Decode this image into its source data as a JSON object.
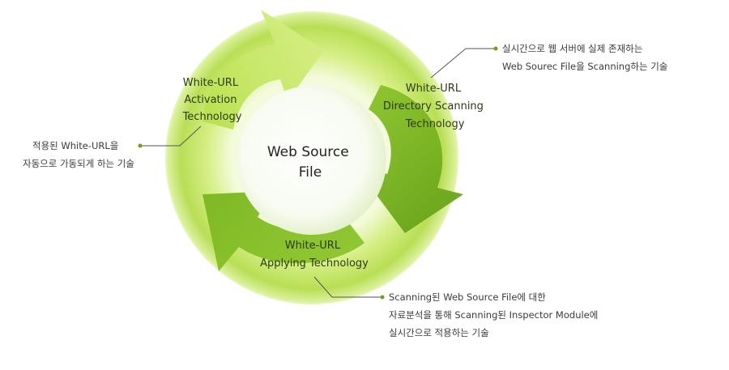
{
  "diagram": {
    "center": {
      "lines": [
        "Web Source",
        "File"
      ]
    },
    "segments": {
      "activation": {
        "lines": [
          "White-URL",
          "Activation",
          "Technology"
        ]
      },
      "directory": {
        "lines": [
          "White-URL",
          "Directory Scanning",
          "Technology"
        ]
      },
      "applying": {
        "lines": [
          "White-URL",
          "Applying Technology"
        ]
      }
    },
    "notes": {
      "right_top": {
        "lines": [
          "실시간으로 웹 서버에 실제 존재하는",
          "Web Sourec File을 Scanning하는 기술"
        ]
      },
      "left": {
        "lines": [
          "적용된 White-URL을",
          "자동으로 가동되게 하는 기술"
        ]
      },
      "bottom": {
        "lines": [
          "Scanning된 Web Source File에 대한",
          "자료분석을 통해 Scanning된 Inspector Module에",
          "실시간으로 적용하는 기술"
        ]
      }
    },
    "colors": {
      "ring_light": "#e9f7b4",
      "ring_mid": "#b6dd4a",
      "ring_dark": "#7fb81c",
      "arrow": "#7ab51d",
      "arrow_light": "#c6e86a",
      "connector": "#555555",
      "dot": "#6aa21a"
    }
  }
}
